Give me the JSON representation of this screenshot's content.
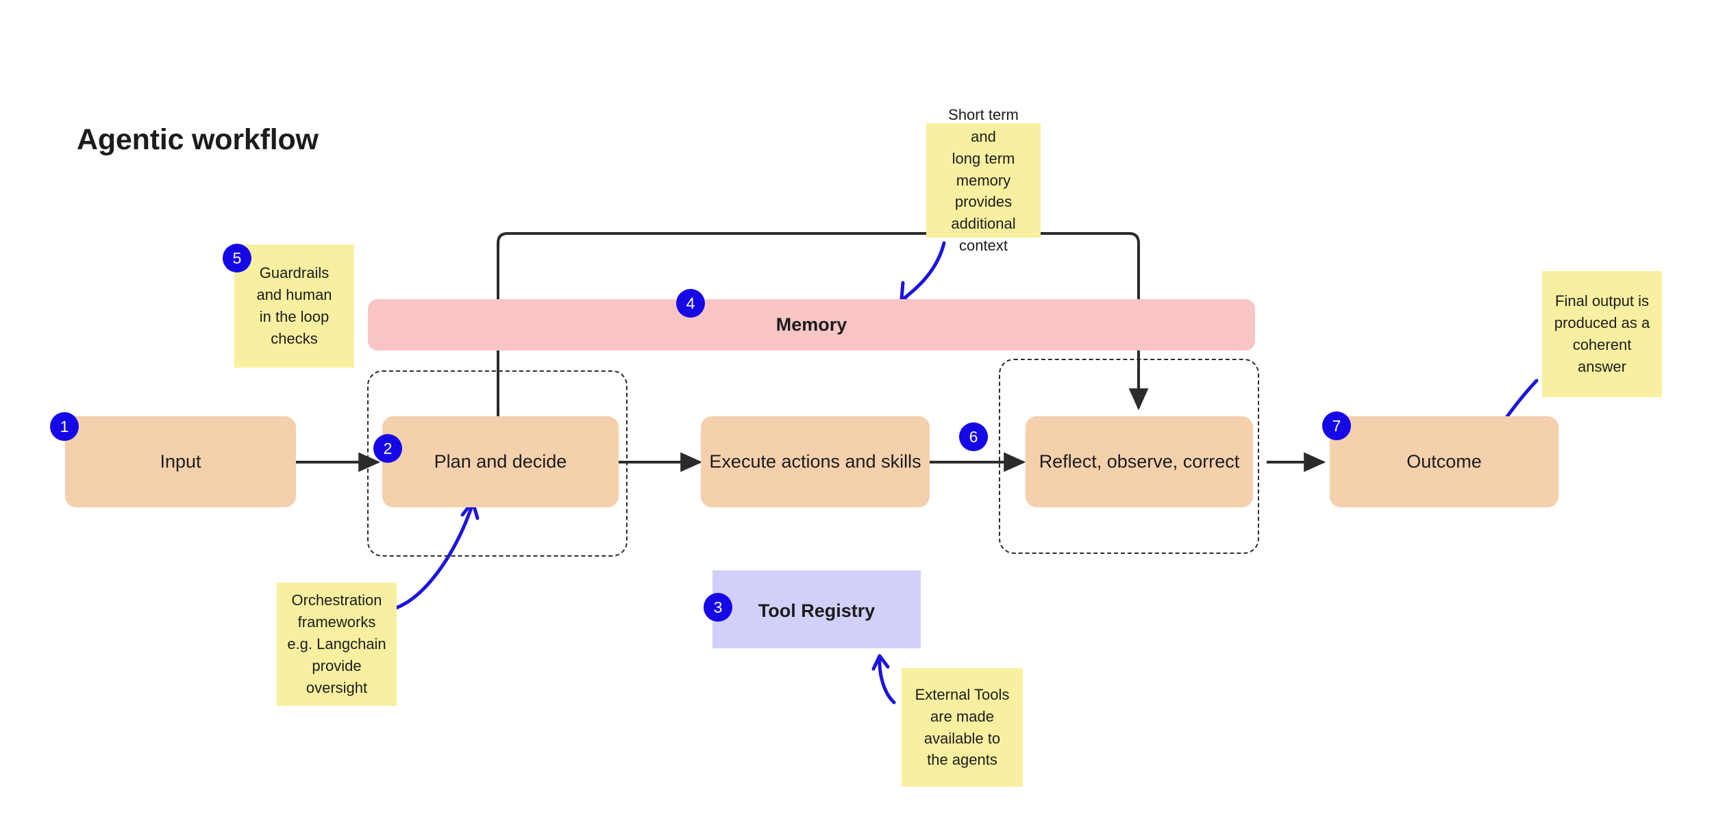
{
  "page": {
    "title": "Agentic workflow",
    "background": "#ffffff"
  },
  "colors": {
    "process_fill": "#f5d0ac",
    "memory_fill": "#f9c5c5",
    "tool_registry_fill": "#d2d0fb",
    "sticky_fill": "#f8f0a0",
    "badge_fill": "#1507e6",
    "badge_text": "#ffffff",
    "connector_stroke": "#2b2b2b",
    "annotation_stroke": "#1b14e0",
    "text": "#1c1c1c"
  },
  "nodes": {
    "input": {
      "label": "Input",
      "badge": "1"
    },
    "plan": {
      "label": "Plan and decide",
      "badge": "2"
    },
    "execute": {
      "label": "Execute actions and skills"
    },
    "reflect": {
      "label": "Reflect, observe, correct",
      "badge": "6"
    },
    "outcome": {
      "label": "Outcome",
      "badge": "7"
    },
    "memory": {
      "label": "Memory",
      "badge": "4"
    },
    "tool_registry": {
      "label": "Tool Registry",
      "badge": "3"
    }
  },
  "notes": {
    "memory_note": {
      "text": "Short term and\nlong term\nmemory provides\nadditional\ncontext"
    },
    "guardrails_note": {
      "text": "Guardrails\nand human\nin the loop\nchecks",
      "badge": "5"
    },
    "orchestration_note": {
      "text": "Orchestration\nframeworks\ne.g. Langchain\nprovide\noversight"
    },
    "external_tools_note": {
      "text": "External Tools\nare made\navailable to\nthe agents"
    },
    "final_output_note": {
      "text": "Final output is\nproduced as a\ncoherent\nanswer"
    }
  },
  "chart_data": {
    "type": "diagram",
    "title": "Agentic workflow",
    "diagram_kind": "flowchart",
    "main_flow": [
      "Input",
      "Plan and decide",
      "Execute actions and skills",
      "Reflect, observe, correct",
      "Outcome"
    ],
    "supporting_lanes": [
      "Memory",
      "Tool Registry"
    ],
    "numbered_steps": [
      {
        "number": "1",
        "target": "Input"
      },
      {
        "number": "2",
        "target": "Plan and decide"
      },
      {
        "number": "3",
        "target": "Tool Registry"
      },
      {
        "number": "4",
        "target": "Memory"
      },
      {
        "number": "5",
        "target": "Guardrails and human in the loop checks"
      },
      {
        "number": "6",
        "target": "Reflect, observe, correct"
      },
      {
        "number": "7",
        "target": "Outcome"
      }
    ],
    "edges": [
      {
        "from": "Input",
        "to": "Plan and decide",
        "style": "solid-arrow"
      },
      {
        "from": "Plan and decide",
        "to": "Execute actions and skills",
        "style": "solid-arrow"
      },
      {
        "from": "Execute actions and skills",
        "to": "Reflect, observe, correct",
        "style": "solid-arrow"
      },
      {
        "from": "Reflect, observe, correct",
        "to": "Outcome",
        "style": "solid-arrow"
      },
      {
        "from": "Plan and decide",
        "to": "Reflect, observe, correct",
        "style": "solid-bracket-over-memory"
      }
    ],
    "annotation_edges": [
      {
        "from": "Short term and long term memory provides additional context",
        "to": "Memory"
      },
      {
        "from": "Orchestration frameworks e.g. Langchain provide oversight",
        "to": "Plan and decide"
      },
      {
        "from": "External Tools are made available to the agents",
        "to": "Tool Registry"
      },
      {
        "from": "Final output is produced as a coherent answer",
        "to": "Outcome"
      }
    ]
  }
}
